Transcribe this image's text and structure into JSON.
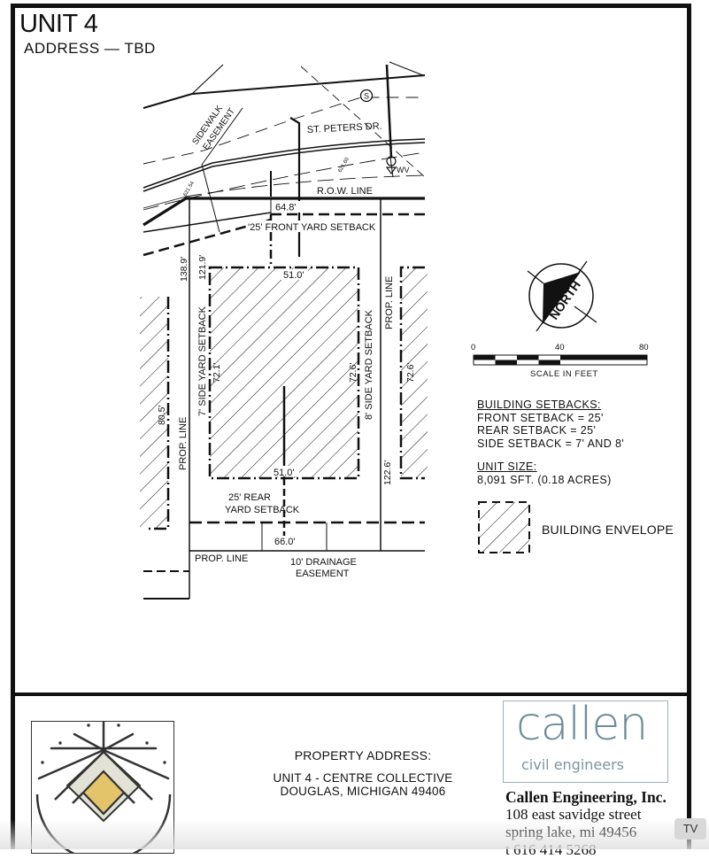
{
  "header": {
    "title": "UNIT 4",
    "subtitle": "ADDRESS  —  TBD"
  },
  "plan": {
    "street_name": "ST. PETERS DR.",
    "sidewalk_label_1": "SIDEWALK",
    "sidewalk_label_2": "EASEMENT",
    "row_line": "R.O.W.  LINE",
    "front_frontage": "64.8'",
    "front_setback": "'25' FRONT YARD SETBACK",
    "envelope_top_width": "51.0'",
    "envelope_bottom_width": "51.0'",
    "left_depth_outer": "138.9'",
    "left_depth_inner": "121.9'",
    "left_side_setback": "7' SIDE YARD SETBACK",
    "right_side_setback": "8' SIDE YARD SETBACK",
    "envelope_left_depth": "72.1'",
    "envelope_right_depth": "72.6'",
    "neighbor_right_depth": "72.6'",
    "neighbor_left_depth": "80.5'",
    "right_prop_depth": "122.6'",
    "prop_line_left": "PROP.  LINE",
    "prop_line_right": "PROP.  LINE",
    "prop_line_bottom": "PROP.  LINE",
    "rear_setback_1": "25' REAR",
    "rear_setback_2": "YARD SETBACK",
    "rear_frontage": "66.0'",
    "drainage_1": "10' DRAINAGE",
    "drainage_2": "EASEMENT",
    "elev_1": "621.60",
    "elev_2": "621.54",
    "sewer_symbol": "S",
    "valve_label": "WV",
    "north_label": "NORTH"
  },
  "scale": {
    "ticks": [
      "0",
      "40",
      "80"
    ],
    "label": "SCALE IN FEET"
  },
  "notes": {
    "setbacks_header": "BUILDING SETBACKS:",
    "front": "FRONT SETBACK = 25'",
    "rear": "REAR SETBACK = 25'",
    "side": "SIDE SETBACK = 7' AND 8'",
    "unit_size_header": "UNIT SIZE:",
    "unit_size": "8,091 SFT. (0.18 ACRES)"
  },
  "legend": {
    "building_envelope": "BUILDING ENVELOPE"
  },
  "title_block": {
    "property_address_header": "PROPERTY ADDRESS:",
    "address_line_1": "UNIT 4 - CENTRE COLLECTIVE",
    "address_line_2": "DOUGLAS, MICHIGAN 49406",
    "brand_word": "callen",
    "brand_sub": "civil engineers",
    "company_name": "Callen Engineering, Inc.",
    "company_street": "108 east savidge street",
    "company_city": "spring lake, mi 49456",
    "company_phone_partial": "t 616 414 5268"
  },
  "overlay": {
    "tv_badge": "TV"
  },
  "colors": {
    "ink": "#111111",
    "logo_gold": "#e3c46a",
    "logo_cream": "#e2e2d6",
    "logo_line": "#333333",
    "brand_teal": "#6e8d97"
  }
}
